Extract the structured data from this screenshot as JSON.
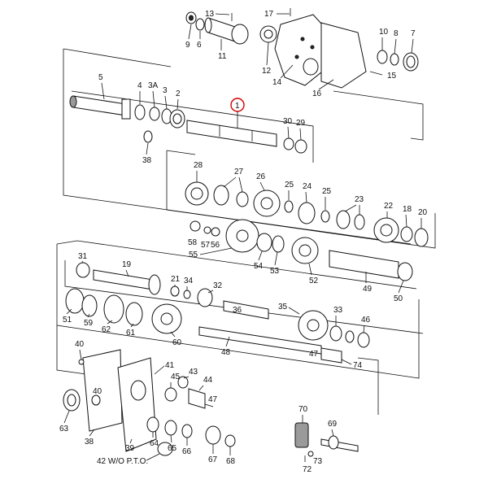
{
  "diagram": {
    "highlight_color": "#d40000",
    "callouts": [
      {
        "id": "c13",
        "text": "13"
      },
      {
        "id": "c17",
        "text": "17"
      },
      {
        "id": "c9",
        "text": "9"
      },
      {
        "id": "c6",
        "text": "6"
      },
      {
        "id": "c11",
        "text": "11"
      },
      {
        "id": "c12",
        "text": "12"
      },
      {
        "id": "c14",
        "text": "14"
      },
      {
        "id": "c10",
        "text": "10"
      },
      {
        "id": "c8",
        "text": "8"
      },
      {
        "id": "c7",
        "text": "7"
      },
      {
        "id": "c15",
        "text": "15"
      },
      {
        "id": "c16",
        "text": "16"
      },
      {
        "id": "c5",
        "text": "5"
      },
      {
        "id": "c4",
        "text": "4"
      },
      {
        "id": "c3A",
        "text": "3A"
      },
      {
        "id": "c3",
        "text": "3"
      },
      {
        "id": "c2",
        "text": "2"
      },
      {
        "id": "c1",
        "text": "1"
      },
      {
        "id": "c30",
        "text": "30"
      },
      {
        "id": "c29",
        "text": "29"
      },
      {
        "id": "c38a",
        "text": "38"
      },
      {
        "id": "c28",
        "text": "28"
      },
      {
        "id": "c27",
        "text": "27"
      },
      {
        "id": "c26",
        "text": "26"
      },
      {
        "id": "c25a",
        "text": "25"
      },
      {
        "id": "c24",
        "text": "24"
      },
      {
        "id": "c25b",
        "text": "25"
      },
      {
        "id": "c23",
        "text": "23"
      },
      {
        "id": "c22",
        "text": "22"
      },
      {
        "id": "c18",
        "text": "18"
      },
      {
        "id": "c20",
        "text": "20"
      },
      {
        "id": "c58",
        "text": "58"
      },
      {
        "id": "c57",
        "text": "57"
      },
      {
        "id": "c56",
        "text": "56"
      },
      {
        "id": "c55",
        "text": "55"
      },
      {
        "id": "c54",
        "text": "54"
      },
      {
        "id": "c53",
        "text": "53"
      },
      {
        "id": "c52",
        "text": "52"
      },
      {
        "id": "c49",
        "text": "49"
      },
      {
        "id": "c50",
        "text": "50"
      },
      {
        "id": "c31",
        "text": "31"
      },
      {
        "id": "c19",
        "text": "19"
      },
      {
        "id": "c21",
        "text": "21"
      },
      {
        "id": "c34",
        "text": "34"
      },
      {
        "id": "c32",
        "text": "32"
      },
      {
        "id": "c35",
        "text": "35"
      },
      {
        "id": "c33",
        "text": "33"
      },
      {
        "id": "c46",
        "text": "46"
      },
      {
        "id": "c51",
        "text": "51"
      },
      {
        "id": "c59",
        "text": "59"
      },
      {
        "id": "c62",
        "text": "62"
      },
      {
        "id": "c61",
        "text": "61"
      },
      {
        "id": "c60",
        "text": "60"
      },
      {
        "id": "c36",
        "text": "36"
      },
      {
        "id": "c47a",
        "text": "47"
      },
      {
        "id": "c74",
        "text": "74"
      },
      {
        "id": "c48",
        "text": "48"
      },
      {
        "id": "c40a",
        "text": "40"
      },
      {
        "id": "c41",
        "text": "41"
      },
      {
        "id": "c45",
        "text": "45"
      },
      {
        "id": "c43",
        "text": "43"
      },
      {
        "id": "c44",
        "text": "44"
      },
      {
        "id": "c40b",
        "text": "40"
      },
      {
        "id": "c47b",
        "text": "47"
      },
      {
        "id": "c63",
        "text": "63"
      },
      {
        "id": "c38b",
        "text": "38"
      },
      {
        "id": "c39",
        "text": "39"
      },
      {
        "id": "c64",
        "text": "64"
      },
      {
        "id": "c65",
        "text": "65"
      },
      {
        "id": "c66",
        "text": "66"
      },
      {
        "id": "c67",
        "text": "67"
      },
      {
        "id": "c68",
        "text": "68"
      },
      {
        "id": "c70",
        "text": "70"
      },
      {
        "id": "c69",
        "text": "69"
      },
      {
        "id": "c73",
        "text": "73"
      },
      {
        "id": "c72",
        "text": "72"
      },
      {
        "id": "c42",
        "text": "42  W/O P.T.O."
      }
    ]
  }
}
